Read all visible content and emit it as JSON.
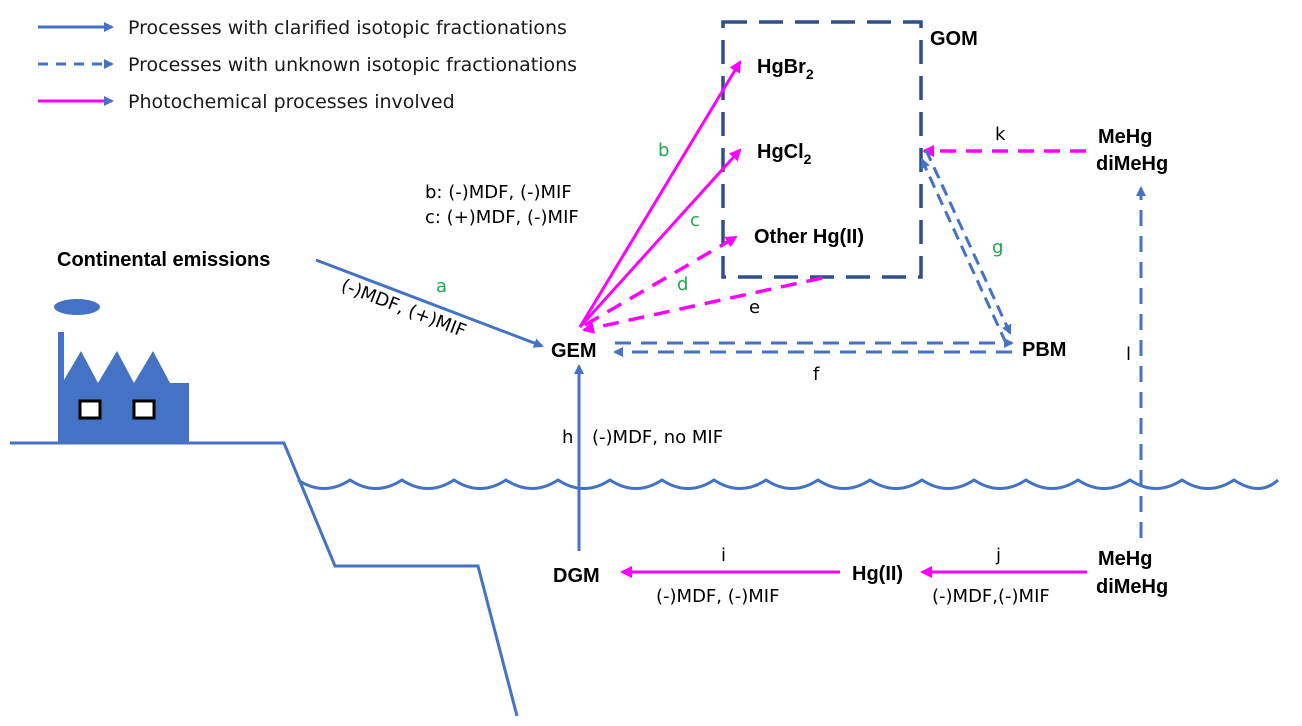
{
  "colors": {
    "clarified": "#4472c4",
    "unknown": "#4472c4",
    "photochemical": "#ff00ff",
    "gom_box": "#2f4f8a",
    "process_letter": "#1fa64f",
    "land_water": "#4472c4"
  },
  "legend": [
    {
      "style": "solid-blue",
      "label": "Processes with clarified isotopic fractionations"
    },
    {
      "style": "dashed-blue",
      "label": "Processes with unknown isotopic fractionations"
    },
    {
      "style": "solid-magenta",
      "label": "Photochemical processes involved"
    }
  ],
  "nodes": {
    "gom": "GOM",
    "hgbr2": "HgBr",
    "hgbr2_sub": "2",
    "hgcl2": "HgCl",
    "hgcl2_sub": "2",
    "other_hg": "Other Hg(II)",
    "mehg_air_1": "MeHg",
    "mehg_air_2": "diMeHg",
    "continental": "Continental emissions",
    "gem": "GEM",
    "pbm": "PBM",
    "dgm": "DGM",
    "hg2_water": "Hg(II)",
    "mehg_water_1": "MeHg",
    "mehg_water_2": "diMeHg"
  },
  "processes": {
    "a": {
      "letter": "a",
      "note": "(-)MDF, (+)MIF"
    },
    "b": {
      "letter": "b",
      "note": "b: (-)MDF, (-)MIF"
    },
    "c": {
      "letter": "c",
      "note": "c: (+)MDF, (-)MIF"
    },
    "d": {
      "letter": "d"
    },
    "e": {
      "letter": "e"
    },
    "f": {
      "letter": "f"
    },
    "g": {
      "letter": "g"
    },
    "h": {
      "letter": "h",
      "note": "(-)MDF, no MIF"
    },
    "i": {
      "letter": "i",
      "note": "(-)MDF, (-)MIF"
    },
    "j": {
      "letter": "j",
      "note": "(-)MDF,(-)MIF"
    },
    "k": {
      "letter": "k"
    },
    "l": {
      "letter": "l"
    }
  }
}
